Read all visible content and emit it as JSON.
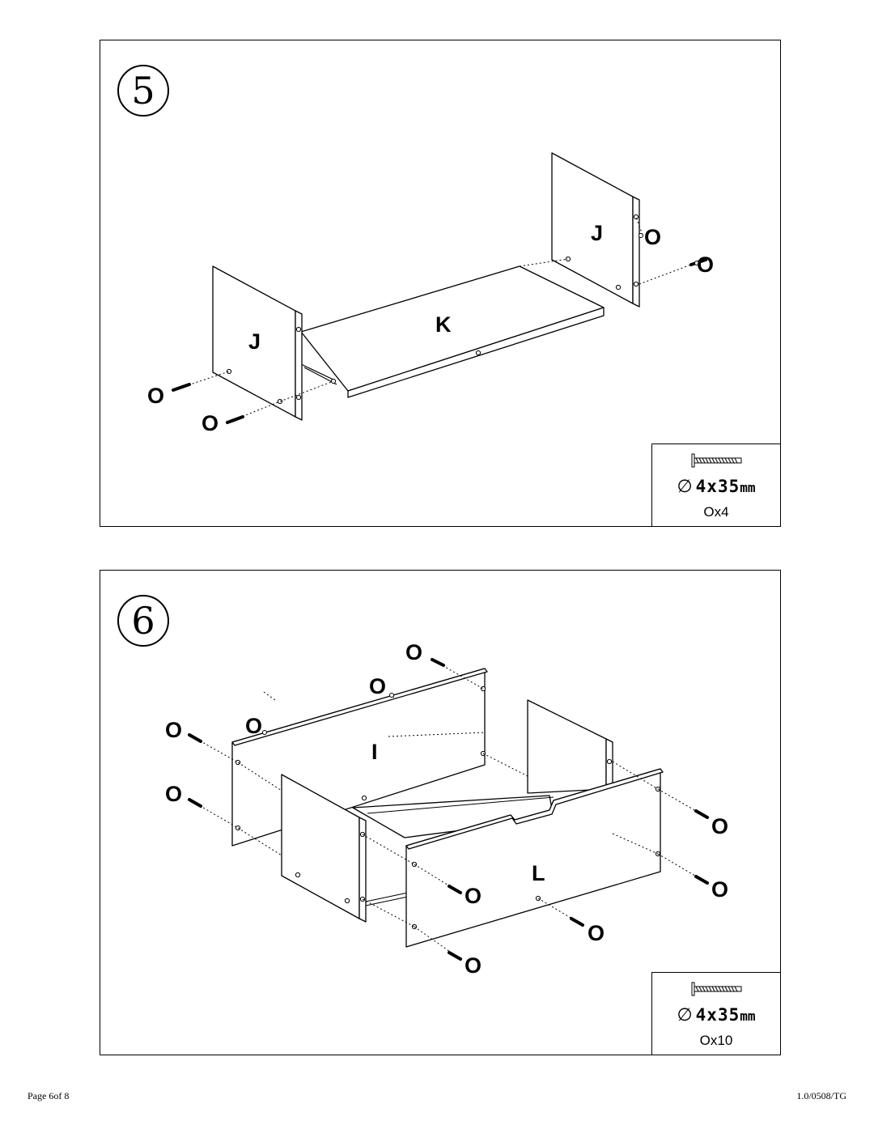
{
  "steps": [
    {
      "number": "5",
      "parts": {
        "J_left": "J",
        "J_right": "J",
        "K": "K"
      },
      "screw_labels": [
        "O",
        "O",
        "O",
        "O"
      ],
      "hardware": {
        "spec_prefix": "∅",
        "spec": "4x35",
        "unit": "mm",
        "quantity": "Ox4"
      }
    },
    {
      "number": "6",
      "parts": {
        "I": "I",
        "L": "L"
      },
      "screw_labels": [
        "O",
        "O",
        "O",
        "O",
        "O",
        "O",
        "O",
        "O",
        "O",
        "O"
      ],
      "hardware": {
        "spec_prefix": "∅",
        "spec": "4x35",
        "unit": "mm",
        "quantity": "Ox10"
      }
    }
  ],
  "footer": {
    "page": "Page 6of 8",
    "doc_code": "1.0/0508/TG"
  }
}
